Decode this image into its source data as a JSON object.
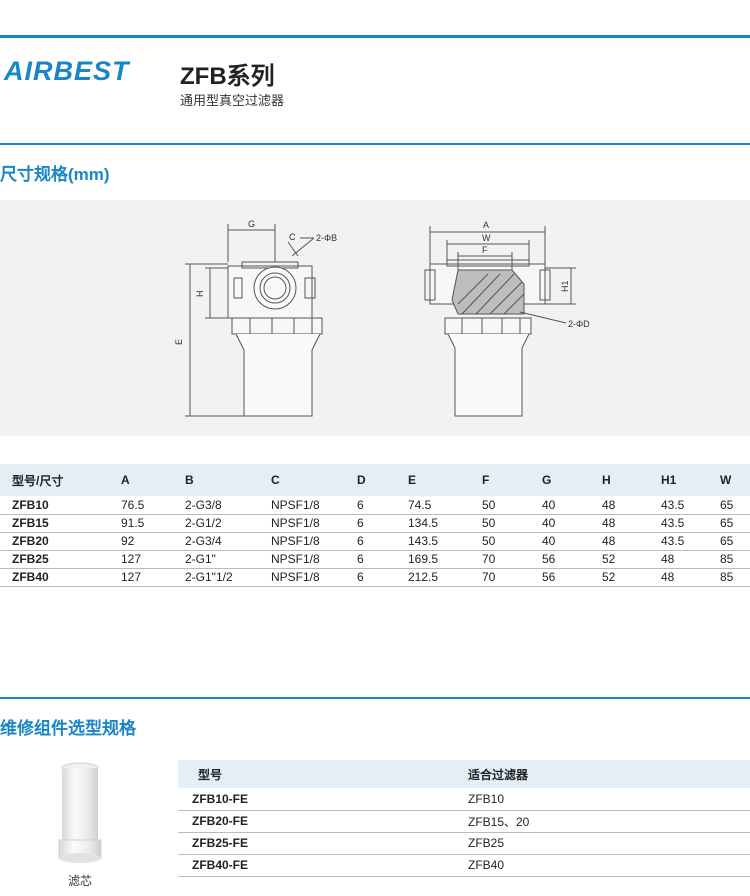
{
  "brand": {
    "logo_text": "AIRBEST",
    "accent_color": "#1a86c8"
  },
  "header": {
    "title": "ZFB系列",
    "subtitle": "通用型真空过滤器"
  },
  "dimensions_section": {
    "title": "尺寸规格(mm)",
    "drawing_labels": {
      "g": "G",
      "c": "C",
      "phi_b": "2-ΦB",
      "h": "H",
      "e": "E",
      "a": "A",
      "w": "W",
      "f": "F",
      "h1": "H1",
      "phi_d": "2-ΦD"
    },
    "table": {
      "headers": [
        "型号/尺寸",
        "A",
        "B",
        "C",
        "D",
        "E",
        "F",
        "G",
        "H",
        "H1",
        "W"
      ],
      "rows": [
        [
          "ZFB10",
          "76.5",
          "2-G3/8",
          "NPSF1/8",
          "6",
          "74.5",
          "50",
          "40",
          "48",
          "43.5",
          "65"
        ],
        [
          "ZFB15",
          "91.5",
          "2-G1/2",
          "NPSF1/8",
          "6",
          "134.5",
          "50",
          "40",
          "48",
          "43.5",
          "65"
        ],
        [
          "ZFB20",
          "92",
          "2-G3/4",
          "NPSF1/8",
          "6",
          "143.5",
          "50",
          "40",
          "48",
          "43.5",
          "65"
        ],
        [
          "ZFB25",
          "127",
          "2-G1\"",
          "NPSF1/8",
          "6",
          "169.5",
          "70",
          "56",
          "52",
          "48",
          "85"
        ],
        [
          "ZFB40",
          "127",
          "2-G1\"1/2",
          "NPSF1/8",
          "6",
          "212.5",
          "70",
          "56",
          "52",
          "48",
          "85"
        ]
      ]
    }
  },
  "kit_section": {
    "title": "维修组件选型规格",
    "image_caption": "滤芯",
    "table": {
      "headers": [
        "型号",
        "适合过滤器"
      ],
      "rows": [
        [
          "ZFB10-FE",
          "ZFB10"
        ],
        [
          "ZFB20-FE",
          "ZFB15、20"
        ],
        [
          "ZFB25-FE",
          "ZFB25"
        ],
        [
          "ZFB40-FE",
          "ZFB40"
        ]
      ]
    }
  }
}
